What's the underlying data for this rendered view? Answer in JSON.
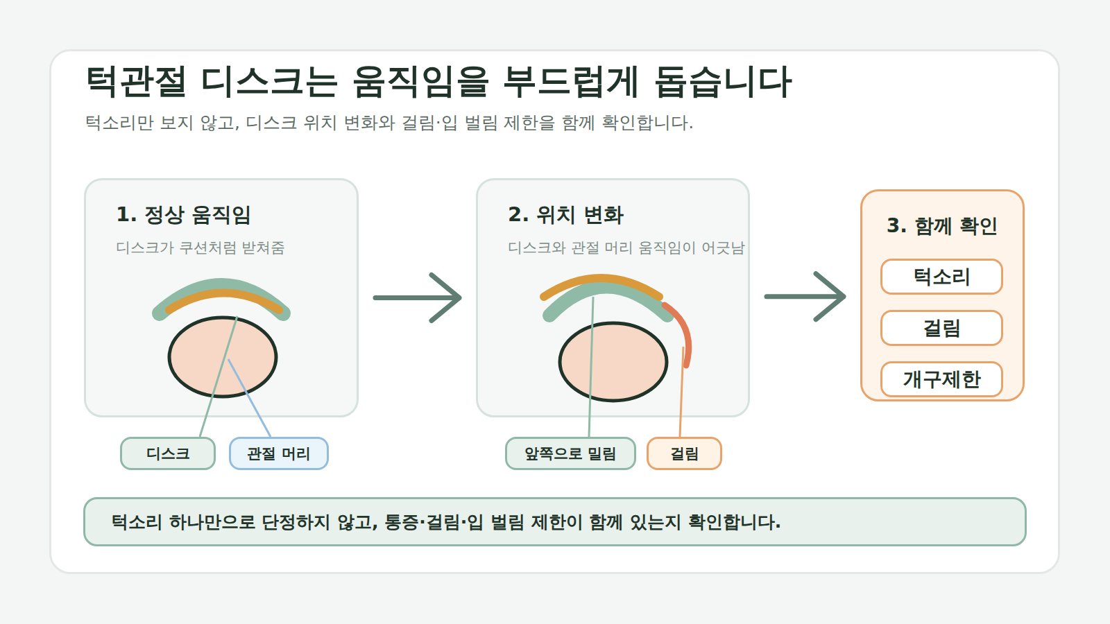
{
  "diagram": {
    "title": "턱관절 디스크는 움직임을 부드럽게 돕습니다",
    "caption": "턱소리만 보지 않고, 디스크 위치 변화와 걸림·입 벌림 제한을 함께 확인합니다.",
    "nodes": [
      {
        "text": [
          "1. 정상 움직임",
          "디스크가 쿠션처럼 받쳐줌"
        ]
      },
      {
        "text": [
          "디스크"
        ]
      },
      {
        "text": [
          "관절 머리"
        ]
      },
      {
        "text": [
          "2. 위치 변화",
          "디스크와 관절 머리 움직임이 어긋남"
        ]
      },
      {
        "text": [
          "앞쪽으로 밀림"
        ]
      },
      {
        "text": [
          "걸림"
        ]
      },
      {
        "text": [
          "3. 함께 확인"
        ]
      },
      {
        "text": [
          "턱소리"
        ],
        "in": 6
      },
      {
        "text": [
          "걸림"
        ],
        "in": 6
      },
      {
        "text": [
          "개구제한"
        ],
        "in": 6
      },
      {
        "text": [
          "턱소리 하나만으로 단정하지 않고, 통증·걸림·입 벌림 제한이 함께 있는지 확인합니다."
        ]
      }
    ],
    "edges": [
      {
        "from": 0,
        "to": 3,
        "arrow": "to"
      },
      {
        "from": 3,
        "to": 6,
        "arrow": "to"
      }
    ]
  }
}
